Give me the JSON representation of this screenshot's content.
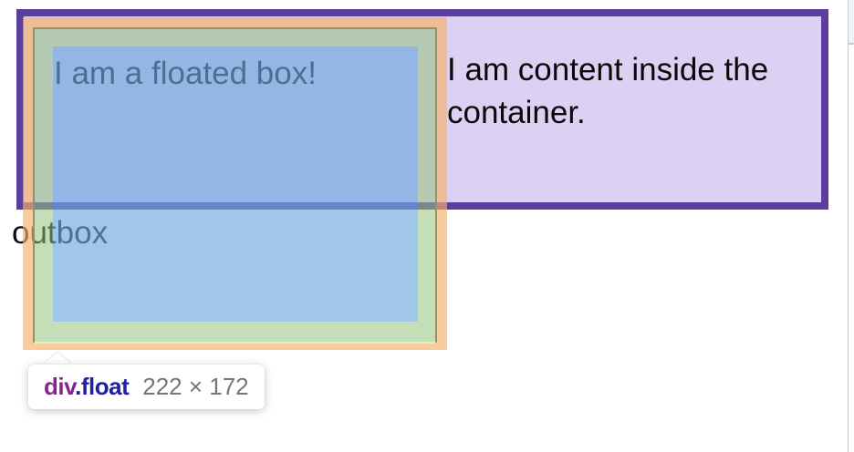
{
  "page": {
    "float_box_text": "I am a floated box!",
    "container_text_line1": "I am content inside the",
    "container_text_line2": "container.",
    "outside_text": "outbox"
  },
  "devtools": {
    "tooltip": {
      "tag": "div",
      "class_suffix": ".float",
      "dimensions": "222 × 172"
    }
  },
  "colors": {
    "container_border": "#5b3d9e",
    "container_bg": "#dcd1f2",
    "overlay_margin": "rgba(246,178,107,0.66)",
    "overlay_padding": "rgba(147,196,125,0.55)",
    "overlay_content": "rgba(111,168,220,0.66)",
    "overlay_border_line": "#a28d61",
    "tooltip_tag": "#86258f",
    "tooltip_class": "#1f1fa8",
    "tooltip_size_text": "#767676"
  }
}
